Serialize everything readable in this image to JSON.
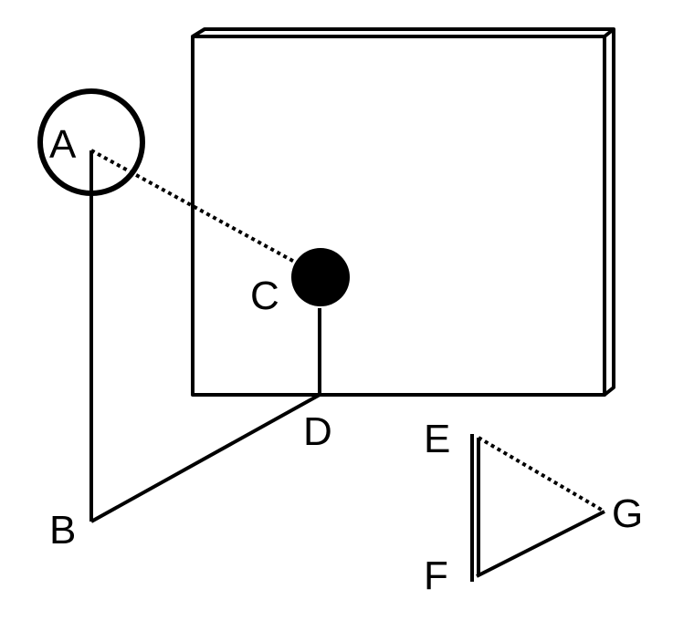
{
  "labels": {
    "a": "A",
    "b": "B",
    "c": "C",
    "d": "D",
    "e": "E",
    "f": "F",
    "g": "G"
  },
  "colors": {
    "ink": "#000000",
    "background": "#ffffff"
  }
}
